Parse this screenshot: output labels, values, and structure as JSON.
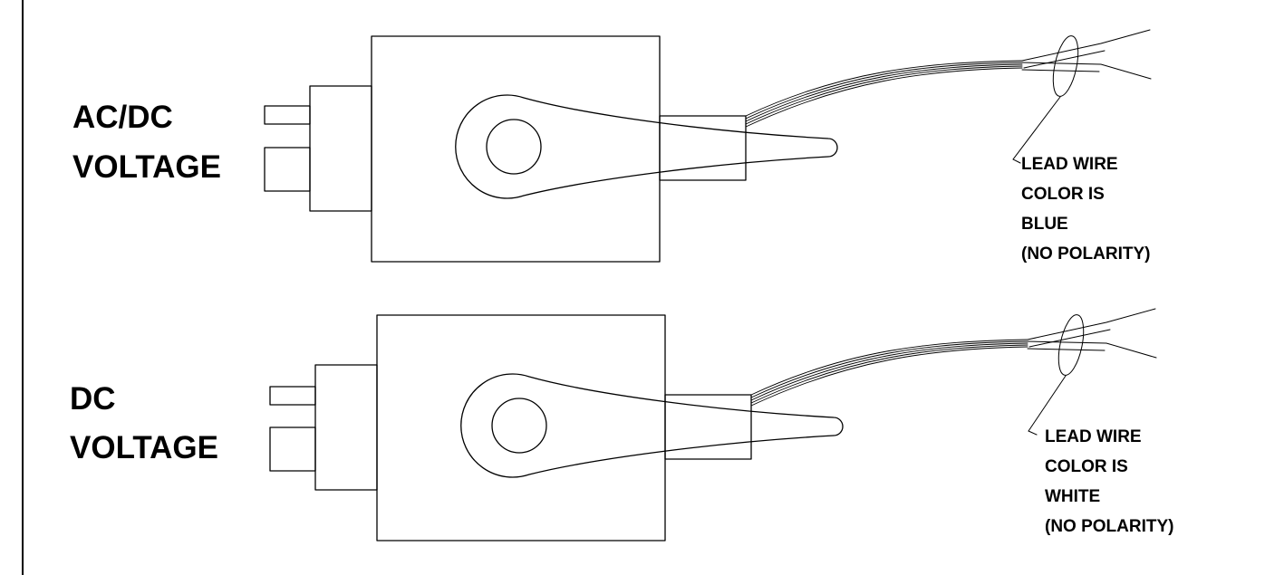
{
  "coils": [
    {
      "name": "ac-dc-coil",
      "voltage_label": [
        "AC/DC",
        "VOLTAGE"
      ],
      "note": [
        "LEAD WIRE",
        "COLOR IS",
        "BLUE",
        "(NO POLARITY)"
      ]
    },
    {
      "name": "dc-coil",
      "voltage_label": [
        "DC",
        "VOLTAGE"
      ],
      "note": [
        "LEAD WIRE",
        "COLOR IS",
        "WHITE",
        "(NO POLARITY)"
      ]
    }
  ],
  "colors": {
    "line": "#000000",
    "background": "#ffffff"
  }
}
